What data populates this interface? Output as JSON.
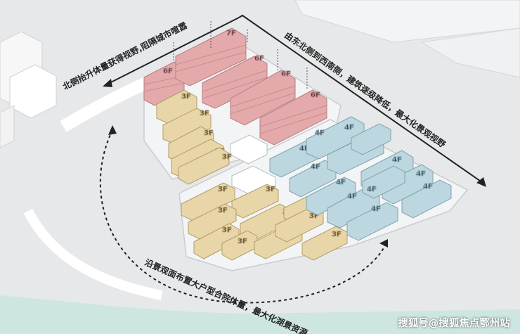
{
  "annotations": {
    "north_view": "北侧抬升体量获得视野,阻隔城市喧嚣",
    "northeast_slope": "由东北侧到西南侧，建筑逐级降低，最大化景观视野",
    "lake_courtyard": "沿景观面布置大户型合院体量，最大化湖景资源"
  },
  "legend_colors": {
    "tall": "#e3a9ab",
    "low": "#e9d6a8",
    "mid": "#bcd7df"
  },
  "floor_labels": {
    "seven": "7F",
    "six": "6F",
    "four": "4F",
    "three": "3F"
  },
  "buildings": {
    "pink": [
      {
        "floors": "6F"
      },
      {
        "floors": "7F"
      },
      {
        "floors": "6F"
      },
      {
        "floors": "6F"
      },
      {
        "floors": "6F"
      }
    ],
    "yellow_north": [
      {
        "floors": "3F"
      },
      {
        "floors": "3F"
      },
      {
        "floors": "3F"
      },
      {
        "floors": "3F"
      },
      {
        "floors": "3F"
      }
    ],
    "yellow_south": [
      {
        "floors": "3F"
      },
      {
        "floors": "3F"
      },
      {
        "floors": "3F"
      },
      {
        "floors": "3F"
      },
      {
        "floors": "3F"
      },
      {
        "floors": "3F"
      },
      {
        "floors": "3F"
      },
      {
        "floors": "3F"
      },
      {
        "floors": "3F"
      },
      {
        "floors": "3F"
      }
    ],
    "blue": [
      {
        "floors": "4F"
      },
      {
        "floors": "4F"
      },
      {
        "floors": "4F"
      },
      {
        "floors": "4F"
      },
      {
        "floors": "4F"
      },
      {
        "floors": "4F"
      },
      {
        "floors": "4F"
      },
      {
        "floors": "4F"
      },
      {
        "floors": "4F"
      },
      {
        "floors": "4F"
      },
      {
        "floors": "4F"
      },
      {
        "floors": "4F"
      }
    ]
  },
  "watermark": "搜狐号@搜狐焦点鄂州站"
}
